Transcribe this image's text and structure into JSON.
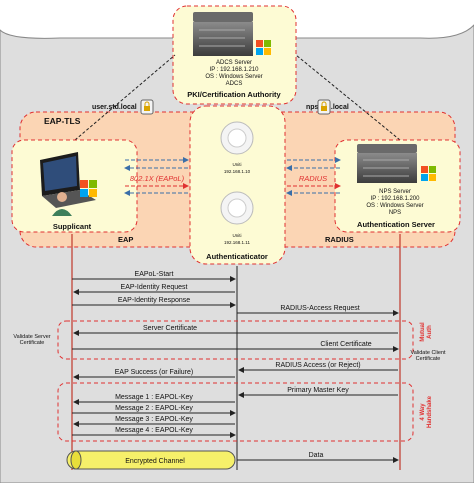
{
  "adcs": {
    "name": "ADCS Server",
    "ip": "IP : 192.168.1.210",
    "os": "OS : Windows Server",
    "role": "ADCS",
    "title": "PKI/Certification Authority"
  },
  "links": {
    "left_domain": "user.std.local",
    "right_domain": "nps.std.local"
  },
  "eap_tls_label": "EAP-TLS",
  "supplicant": {
    "label": "Supplicant",
    "protocol": "EAP"
  },
  "authenticator": {
    "ap1_brand": "Uniti",
    "ap1_ip": "192.168.1.10",
    "ap2_brand": "Uniti",
    "ap2_ip": "192.168.1.11",
    "label": "Authenticaticator"
  },
  "auth_server": {
    "name": "NPS Server",
    "ip": "IP : 192.168.1.200",
    "os": "OS : Windows Server",
    "role": "NPS",
    "label": "Authentication Server",
    "protocol": "RADIUS"
  },
  "proto_labels": {
    "left": "802.1X (EAPoL)",
    "right": "RADIUS"
  },
  "sequence": {
    "left_messages": [
      "EAPoL-Start",
      "EAP-Identity Request",
      "EAP-Identity Response"
    ],
    "radius_access_request": "RADIUS-Access Request",
    "server_certificate": "Server Certificate",
    "client_certificate": "Client Certificate",
    "validate_server_cert": [
      "Validate Server",
      "Certificate"
    ],
    "validate_client_cert": [
      "Validate Client",
      "Certificate"
    ],
    "mutual_auth": [
      "Mutual",
      "Auth"
    ],
    "radius_access_result": "RADIUS Access (or Reject)",
    "eap_success": "EAP Success (or Failure)",
    "primary_master_key": "Primary Master Key",
    "eapol_keys": [
      "Message 1 : EAPOL-Key",
      "Message 2 : EAPOL-Key",
      "Message 3 : EAPOL-Key",
      "Message 4 : EAPOL-Key"
    ],
    "handshake": [
      "4 Way",
      "Handshake"
    ],
    "encrypted_channel": "Encrypted Channel",
    "data": "Data"
  },
  "colors": {
    "outer_bg": "#dedede",
    "pale_yellow": "#fdfbd4",
    "eap_band": "#fbd5b4",
    "dash_red": "#e03030",
    "arrow_blue": "#3a6ea8",
    "channel_yellow": "#f6f06a",
    "vertical_red": "#c0392b"
  },
  "icons": [
    "server-icon",
    "windows-logo-icon",
    "laptop-icon",
    "user-icon",
    "access-point-icon",
    "lock-icon"
  ]
}
